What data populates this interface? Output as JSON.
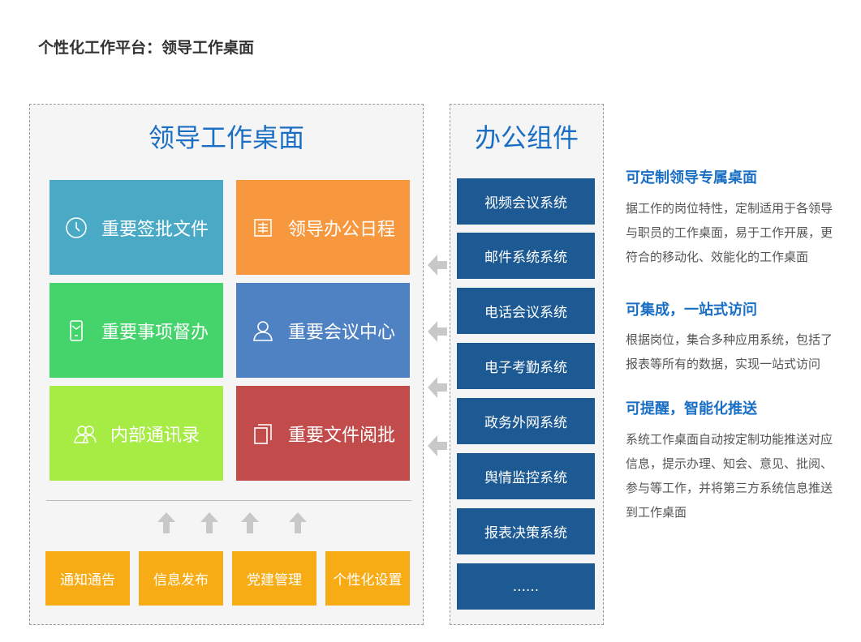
{
  "page_title": "个性化工作平台：领导工作桌面",
  "leader_desktop": {
    "title": "领导工作桌面",
    "tiles": [
      {
        "label": "重要签批文件",
        "icon": "clock-icon",
        "color": "#4aaac6"
      },
      {
        "label": "领导办公日程",
        "icon": "schedule-icon",
        "color": "#f7983f"
      },
      {
        "label": "重要事项督办",
        "icon": "phone-icon",
        "color": "#45d36b"
      },
      {
        "label": "重要会议中心",
        "icon": "person-icon",
        "color": "#4f82c3"
      },
      {
        "label": "内部通讯录",
        "icon": "contacts-icon",
        "color": "#a6ec45"
      },
      {
        "label": "重要文件阅批",
        "icon": "documents-icon",
        "color": "#c24b4b"
      }
    ],
    "bottom_buttons": [
      "通知通告",
      "信息发布",
      "党建管理",
      "个性化设置"
    ],
    "bottom_button_color": "#f7ab14"
  },
  "components": {
    "title": "办公组件",
    "items": [
      "视频会议系统",
      "邮件系统系统",
      "电话会议系统",
      "电子考勤系统",
      "政务外网系统",
      "舆情监控系统",
      "报表决策系统",
      "......"
    ],
    "item_color": "#1d5a94"
  },
  "features": [
    {
      "heading": "可定制领导专属桌面",
      "lines": [
        "据工作的岗位特性，定制适用于各领导",
        "与职员的工作桌面，易于工作开展，更",
        "符合的移动化、效能化的工作桌面"
      ]
    },
    {
      "heading": "可集成，一站式访问",
      "lines": [
        "根据岗位，集合多种应用系统，包括了",
        "报表等所有的数据，实现一站式访问"
      ]
    },
    {
      "heading": "可提醒，智能化推送",
      "lines": [
        "系统工作桌面自动按定制功能推送对应",
        "信息，提示办理、知会、意见、批阅、",
        "参与等工作，并将第三方系统信息推送",
        "到工作桌面"
      ]
    }
  ],
  "accent_color": "#1a6fc4"
}
